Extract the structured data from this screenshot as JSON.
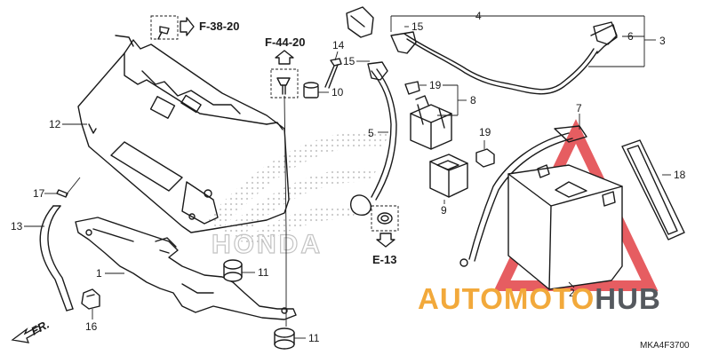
{
  "diagram": {
    "callouts": [
      {
        "id": "n1",
        "text": "1"
      },
      {
        "id": "n2",
        "text": "2"
      },
      {
        "id": "n3",
        "text": "3"
      },
      {
        "id": "n4",
        "text": "4"
      },
      {
        "id": "n5",
        "text": "5"
      },
      {
        "id": "n6",
        "text": "6"
      },
      {
        "id": "n7",
        "text": "7"
      },
      {
        "id": "n8",
        "text": "8"
      },
      {
        "id": "n9",
        "text": "9"
      },
      {
        "id": "n10",
        "text": "10"
      },
      {
        "id": "n11a",
        "text": "11"
      },
      {
        "id": "n11b",
        "text": "11"
      },
      {
        "id": "n12",
        "text": "12"
      },
      {
        "id": "n13",
        "text": "13"
      },
      {
        "id": "n14",
        "text": "14"
      },
      {
        "id": "n15a",
        "text": "15"
      },
      {
        "id": "n15b",
        "text": "15"
      },
      {
        "id": "n16",
        "text": "16"
      },
      {
        "id": "n17",
        "text": "17"
      },
      {
        "id": "n18",
        "text": "18"
      },
      {
        "id": "n19a",
        "text": "19"
      },
      {
        "id": "n19b",
        "text": "19"
      }
    ],
    "references": {
      "f38": "F-38-20",
      "f44": "F-44-20",
      "e13": "E-13"
    },
    "front_marker": "FR.",
    "drawing_code": "MKA4F3700"
  },
  "watermarks": {
    "honda_text": "HONDA",
    "site_part1": "AUTO",
    "site_part2": "MOTO",
    "site_part3": "HUB",
    "colors": {
      "orange": "#f2a93b",
      "grey": "#55595e",
      "red": "#e0393e",
      "honda": "#c8c8c8"
    }
  }
}
